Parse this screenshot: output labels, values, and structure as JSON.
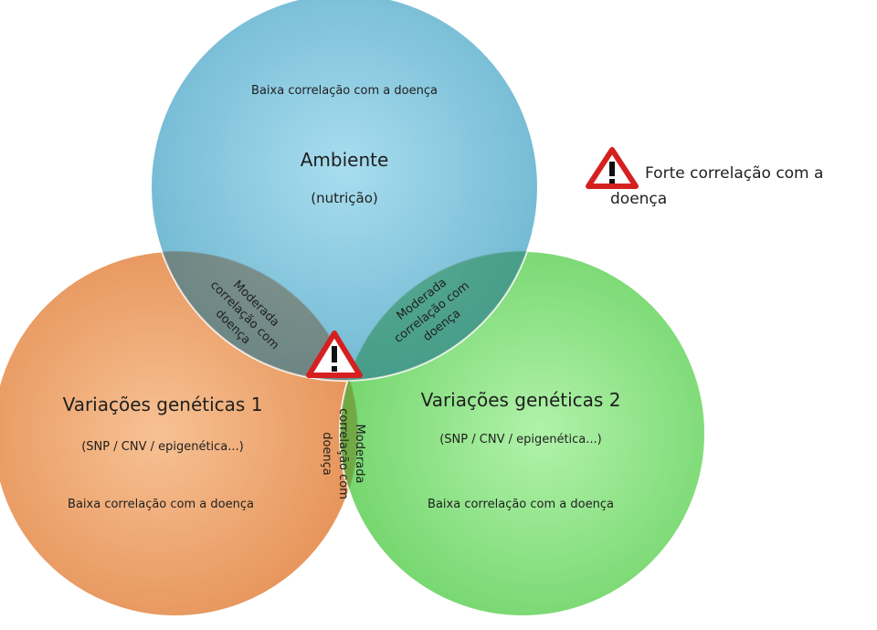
{
  "diagram": {
    "sets": {
      "environment": {
        "title": "Ambiente",
        "subtitle": "(nutrição)",
        "note": "Baixa correlação com a doença",
        "color": "#5fb8d6"
      },
      "genetic1": {
        "title": "Variações genéticas 1",
        "subtitle": "(SNP / CNV / epigenética...)",
        "note": "Baixa correlação com a doença",
        "color": "#f0a66e"
      },
      "genetic2": {
        "title": "Variações genéticas 2",
        "subtitle": "(SNP / CNV / epigenética...)",
        "note": "Baixa correlação com a doença",
        "color": "#7fe07a"
      }
    },
    "overlaps": {
      "env_gen1": {
        "lines": [
          "Moderada",
          "correlação com",
          "doença"
        ]
      },
      "env_gen2": {
        "lines": [
          "Moderada",
          "correlação com",
          "doença"
        ]
      },
      "gen1_gen2": {
        "lines": [
          "Moderada",
          "correlação com",
          "doença"
        ]
      }
    },
    "center_icon": "warning-triangle-icon",
    "legend": {
      "icon": "warning-triangle-icon",
      "text_line1": "Forte correlação com a",
      "text_line2": "doença",
      "icon_color": "#d62020"
    }
  }
}
